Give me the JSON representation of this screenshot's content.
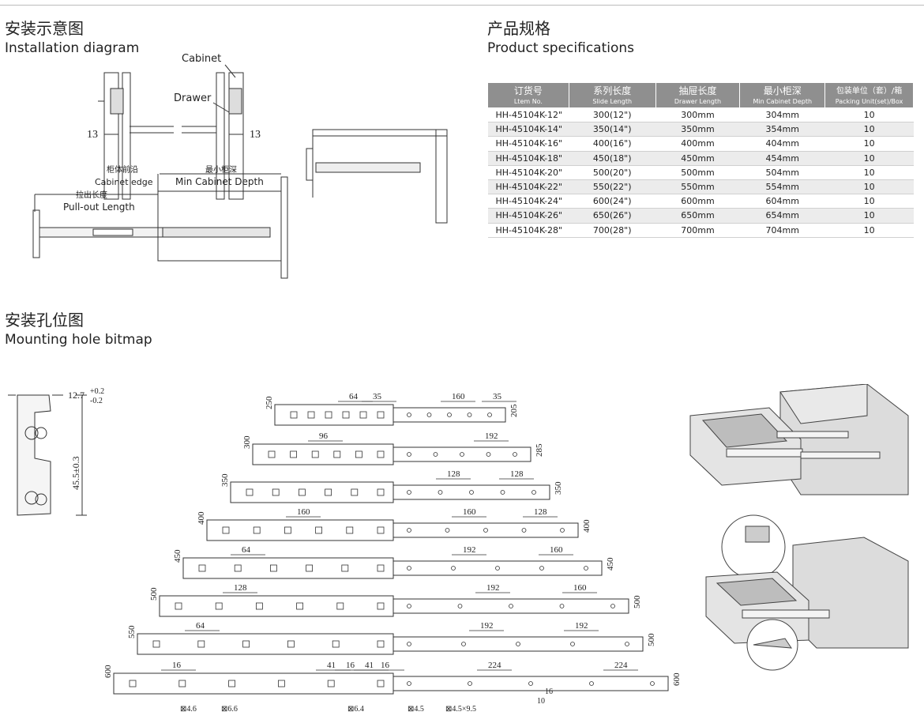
{
  "installation": {
    "title_cn": "安装示意图",
    "title_en": "Installation diagram",
    "labels": {
      "cabinet": "Cabinet",
      "drawer": "Drawer",
      "dim_left": "13",
      "dim_right": "13",
      "cabinet_edge_cn": "柜体前沿",
      "cabinet_edge_en": "Cabinet edge",
      "min_depth_cn": "最小柜深",
      "min_depth_en": "Min Cabinet Depth",
      "pullout_cn": "拉出长度",
      "pullout_en": "Pull-out Length"
    }
  },
  "specs": {
    "title_cn": "产品规格",
    "title_en": "Product specifications",
    "headers": [
      {
        "cn": "订货号",
        "en": "Ltem No."
      },
      {
        "cn": "系列长度",
        "en": "Slide Length"
      },
      {
        "cn": "抽屉长度",
        "en": "Drawer Length"
      },
      {
        "cn": "最小柜深",
        "en": "Min Cabinet Depth"
      },
      {
        "cn": "包装单位（套）/箱",
        "en": "Packing Unit(set)/Box"
      }
    ],
    "rows": [
      [
        "HH-45104K-12\"",
        "300(12\")",
        "300mm",
        "304mm",
        "10"
      ],
      [
        "HH-45104K-14\"",
        "350(14\")",
        "350mm",
        "354mm",
        "10"
      ],
      [
        "HH-45104K-16\"",
        "400(16\")",
        "400mm",
        "404mm",
        "10"
      ],
      [
        "HH-45104K-18\"",
        "450(18\")",
        "450mm",
        "454mm",
        "10"
      ],
      [
        "HH-45104K-20\"",
        "500(20\")",
        "500mm",
        "504mm",
        "10"
      ],
      [
        "HH-45104K-22\"",
        "550(22\")",
        "550mm",
        "554mm",
        "10"
      ],
      [
        "HH-45104K-24\"",
        "600(24\")",
        "600mm",
        "604mm",
        "10"
      ],
      [
        "HH-45104K-26\"",
        "650(26\")",
        "650mm",
        "654mm",
        "10"
      ],
      [
        "HH-45104K-28\"",
        "700(28\")",
        "700mm",
        "704mm",
        "10"
      ]
    ]
  },
  "mounting": {
    "title_cn": "安装孔位图",
    "title_en": "Mounting hole bitmap",
    "profile": {
      "width_tol": "12.7",
      "tol_plus": "+0.2",
      "tol_minus": "-0.2",
      "height": "45.5±0.3"
    },
    "rails": [
      {
        "left_label": "250",
        "right_label": "205",
        "dims": [
          "64",
          "35",
          "160",
          "35"
        ]
      },
      {
        "left_label": "300",
        "right_label": "285",
        "dims": [
          "96",
          "192"
        ]
      },
      {
        "left_label": "350",
        "right_label": "350",
        "dims": [
          "128",
          "128"
        ]
      },
      {
        "left_label": "400",
        "right_label": "400",
        "dims": [
          "160",
          "160",
          "128"
        ]
      },
      {
        "left_label": "450",
        "right_label": "450",
        "dims": [
          "64",
          "192",
          "160"
        ]
      },
      {
        "left_label": "500",
        "right_label": "500",
        "dims": [
          "128",
          "192",
          "160"
        ]
      },
      {
        "left_label": "550",
        "right_label": "500",
        "dims": [
          "64",
          "192",
          "192"
        ]
      },
      {
        "left_label": "600",
        "right_label": "600",
        "dims": [
          "16",
          "41",
          "16",
          "41",
          "16",
          "224",
          "224"
        ]
      }
    ],
    "hole_labels": [
      "⊠4.6",
      "⊠6.6",
      "⊠6.4",
      "⊠4.5",
      "⊠4.5×9.5"
    ],
    "bottom_dims": [
      "10",
      "16"
    ]
  }
}
